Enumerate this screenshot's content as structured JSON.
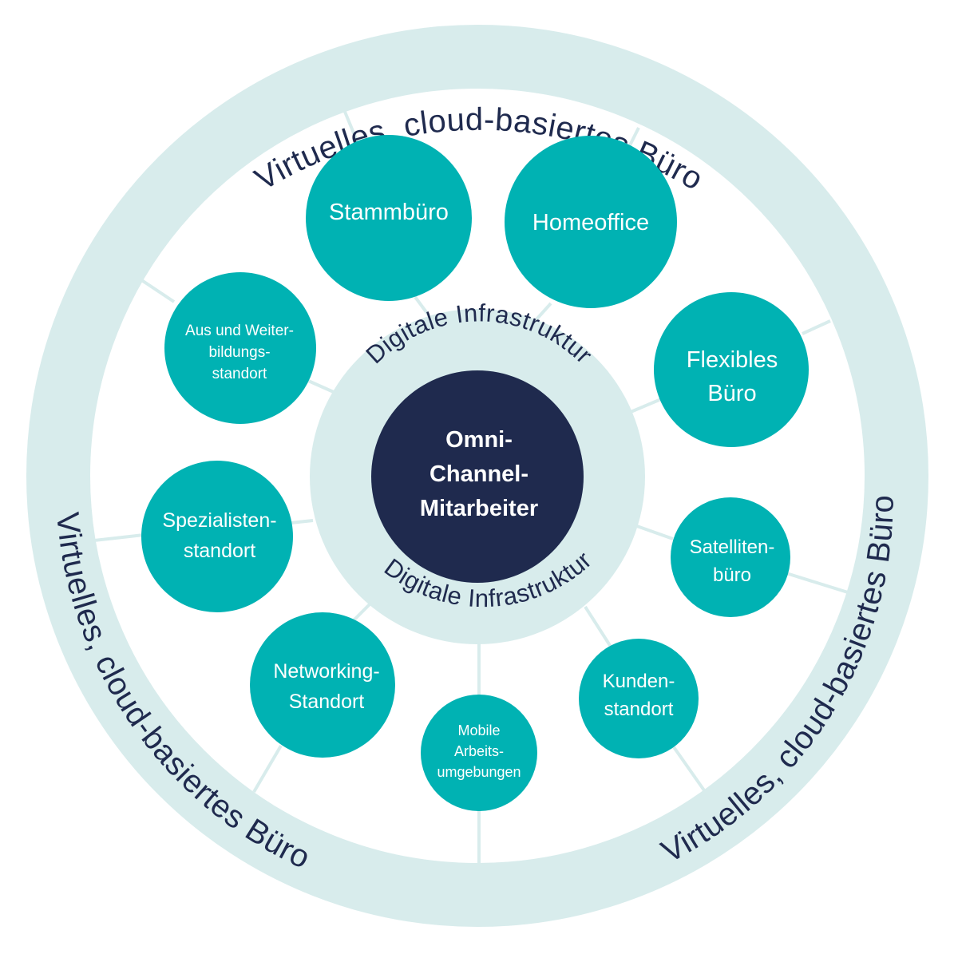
{
  "colors": {
    "background": "#ffffff",
    "outer_ring": "#d8ecec",
    "middle_ring": "#d8ecec",
    "spoke": "#d8ecec",
    "node_fill": "#00b2b3",
    "core_fill": "#1f2a4e",
    "label_dark": "#1f2a4e",
    "label_light": "#ffffff"
  },
  "outer_ring": {
    "label": "Virtuelles, cloud-basiertes Büro",
    "label_top": "Virtuelles, cloud-basiertes Büro",
    "label_left": "Virtuelles, cloud-basiertes Büro",
    "label_right": "Virtuelles, cloud-basiertes Büro"
  },
  "middle_ring": {
    "label_top": "Digitale Infrastruktur",
    "label_bottom": "Digitale Infrastruktur"
  },
  "core": {
    "lines": [
      "Omni-",
      "Channel-",
      "Mitarbeiter"
    ]
  },
  "nodes": [
    {
      "id": "stammbuero",
      "lines": [
        "Stammbüro"
      ]
    },
    {
      "id": "homeoffice",
      "lines": [
        "Homeoffice"
      ]
    },
    {
      "id": "flexibles-buero",
      "lines": [
        "Flexibles",
        "Büro"
      ]
    },
    {
      "id": "satellitenbuero",
      "lines": [
        "Satelliten-",
        "büro"
      ]
    },
    {
      "id": "kundenstandort",
      "lines": [
        "Kunden-",
        "standort"
      ]
    },
    {
      "id": "mobile-arbeitsumgebungen",
      "lines": [
        "Mobile",
        "Arbeits-",
        "umgebungen"
      ]
    },
    {
      "id": "networking-standort",
      "lines": [
        "Networking-",
        "Standort"
      ]
    },
    {
      "id": "spezialistenstandort",
      "lines": [
        "Spezialisten-",
        "standort"
      ]
    },
    {
      "id": "aus-und-weiterbildungsstandort",
      "lines": [
        "Aus und Weiter-",
        "bildungs-",
        "standort"
      ]
    }
  ]
}
